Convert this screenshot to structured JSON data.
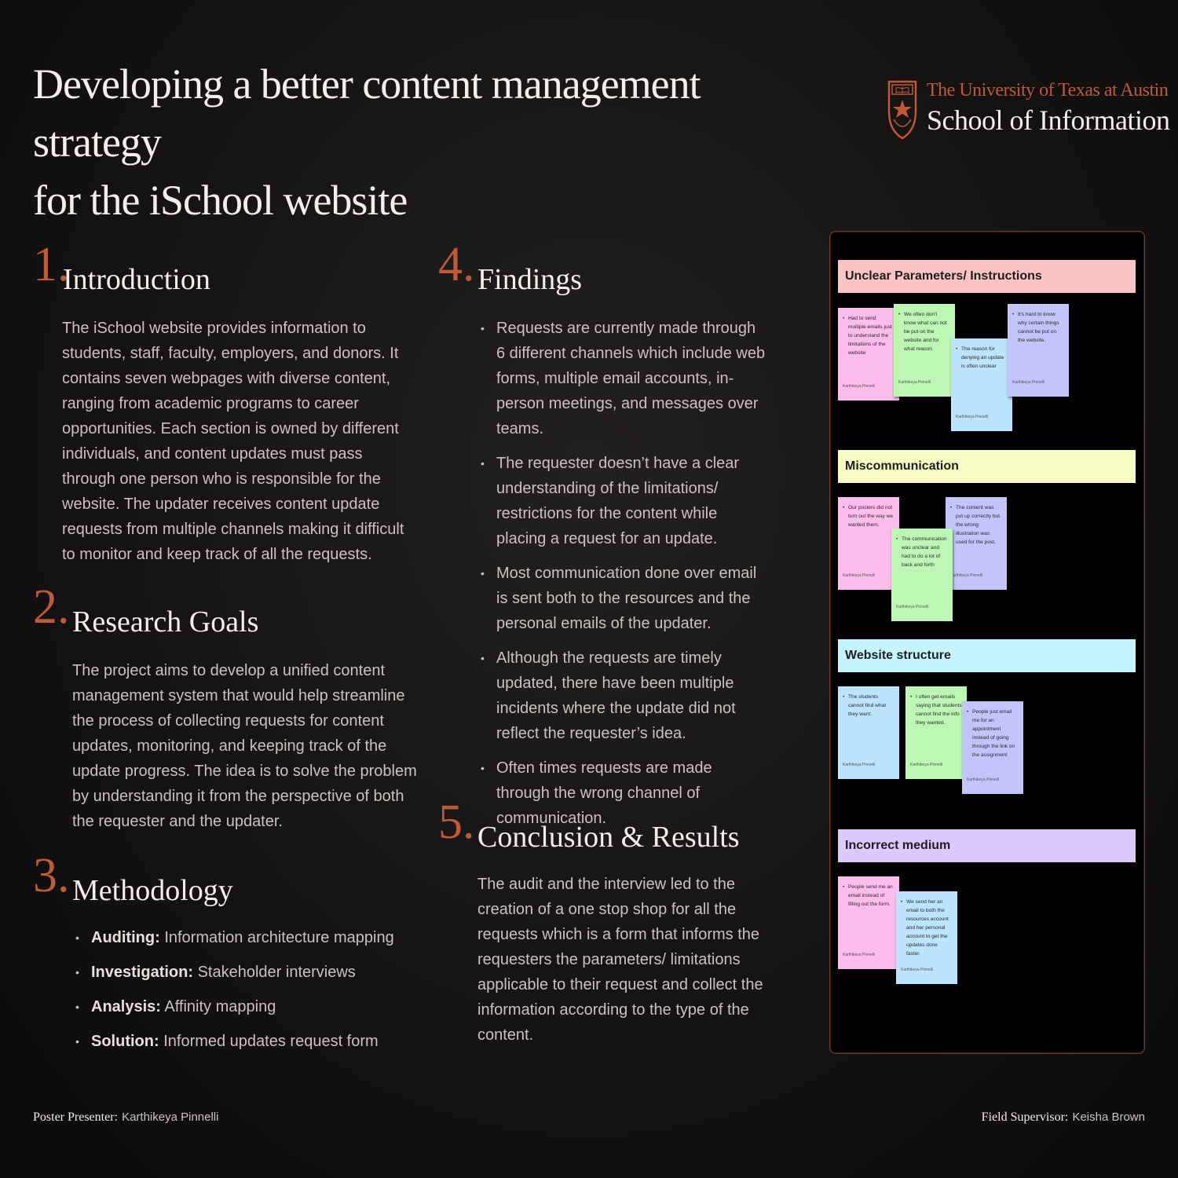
{
  "header": {
    "title_line1": "Developing a better content management strategy",
    "title_line2": "for the iSchool website",
    "logo_line1": "The University of Texas at Austin",
    "logo_line2": "School of Information"
  },
  "intro": {
    "number": "1.",
    "title": "Introduction",
    "body": "The iSchool website provides information to students, staff, faculty, employers, and donors. It contains seven webpages with diverse content, ranging from academic programs to career opportunities. Each section is owned by different individuals, and content updates must pass through one person who is responsible for the website. The updater receives content update requests from multiple channels making it difficult to monitor and keep track of all the requests."
  },
  "goals": {
    "number": "2.",
    "title": "Research Goals",
    "body": "The project aims to develop a unified content management system that would help streamline the process of collecting requests for content updates, monitoring, and keeping track of the update progress. The idea is to solve the problem by understanding it from the perspective of both the requester and the updater."
  },
  "methodology": {
    "number": "3.",
    "title": "Methodology",
    "items": [
      {
        "label": "Auditing:",
        "text": "Information architecture mapping"
      },
      {
        "label": "Investigation:",
        "text": "Stakeholder interviews"
      },
      {
        "label": "Analysis:",
        "text": "Affinity mapping"
      },
      {
        "label": "Solution:",
        "text": "Informed updates request form"
      }
    ]
  },
  "findings": {
    "number": "4.",
    "title": "Findings",
    "items": [
      "Requests are currently made through 6 different channels which include web forms, multiple email accounts, in-person meetings, and messages over teams.",
      "The requester doesn’t have a clear understanding of the limitations/ restrictions for the content while placing a request for an update.",
      "Most communication done over email is sent both to the resources and the personal emails of the updater.",
      "Although the requests are timely updated, there have been multiple incidents where the update did not reflect the requester’s idea.",
      "Often times requests are made through the wrong channel of communication."
    ]
  },
  "conclusion": {
    "number": "5.",
    "title": "Conclusion & Results",
    "body": "The audit and the interview led to the creation of a one stop shop for all the requests which is a form that informs the requesters the parameters/ limitations applicable to their request and collect the information according to the type of the content."
  },
  "board": {
    "author": "Karthikeya Pinnelli",
    "categories": [
      {
        "title": "Unclear Parameters/ Instructions",
        "color": "#fbc4c4"
      },
      {
        "title": "Miscommunication",
        "color": "#f6fcc4"
      },
      {
        "title": "Website structure",
        "color": "#c4f5fc"
      },
      {
        "title": "Incorrect medium",
        "color": "#dcc8fc"
      }
    ],
    "notes": [
      {
        "text": "Had to send multiple emails just to understand the limitations of the website",
        "color": "#fcbcec"
      },
      {
        "text": "We often don't know what can not be put on the website and for what reason",
        "color": "#bcf8b4"
      },
      {
        "text": "The reason for denying an update is often unclear",
        "color": "#bce4fc"
      },
      {
        "text": "It's hard to know why certain things cannot be put on the website.",
        "color": "#c4c4fc"
      },
      {
        "text": "Our posters did not turn out the way we wanted them.",
        "color": "#fcbcec"
      },
      {
        "text": "The content was put up correctly but the wrong illustration was used for the post.",
        "color": "#c4c4fc"
      },
      {
        "text": "The communication was unclear and had to do a lot of back and forth",
        "color": "#bcf8b4"
      },
      {
        "text": "The students cannot find what they want.",
        "color": "#bce4fc"
      },
      {
        "text": "I often get emails saying that students cannot find the info they wanted.",
        "color": "#bcf8b4"
      },
      {
        "text": "People just email me for an appointment instead of going through the link on the assignment",
        "color": "#c4c4fc"
      },
      {
        "text": "People send me an email instead of filling out the form.",
        "color": "#fcbcec"
      },
      {
        "text": "We send her an email to both the resources account and her personal account to get the updates done faster.",
        "color": "#bce4fc"
      }
    ]
  },
  "footer": {
    "presenter_label": "Poster Presenter:",
    "presenter_name": "Karthikeya Pinnelli",
    "supervisor_label": "Field Supervisor:",
    "supervisor_name": "Keisha Brown"
  },
  "colors": {
    "accent": "#bf5a36",
    "background": "#141212"
  }
}
